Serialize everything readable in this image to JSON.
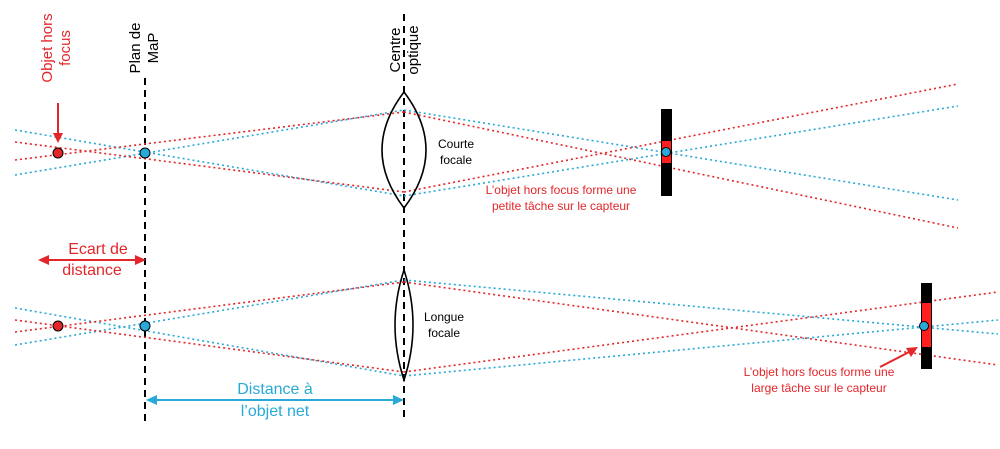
{
  "colors": {
    "red": "#e3262a",
    "blue": "#29a9d8",
    "black": "#000000",
    "sensor_red": "#ff1f1f"
  },
  "labels": {
    "objet_hors_focus": [
      "Objet hors",
      "focus"
    ],
    "plan_map": [
      "Plan de",
      "MaP"
    ],
    "centre_optique": [
      "Centre",
      "optique"
    ],
    "courte_focale": [
      "Courte",
      "focale"
    ],
    "longue_focale": [
      "Longue",
      "focale"
    ],
    "ecart_distance": [
      "Ecart de",
      "distance"
    ],
    "distance_objet_net": [
      "Distance à",
      "l’objet net"
    ],
    "petite_tache": [
      "L’objet hors focus forme une",
      "petite tâche sur le capteur"
    ],
    "large_tache": [
      "L’objet hors focus forme une",
      "large tâche sur le capteur"
    ]
  }
}
